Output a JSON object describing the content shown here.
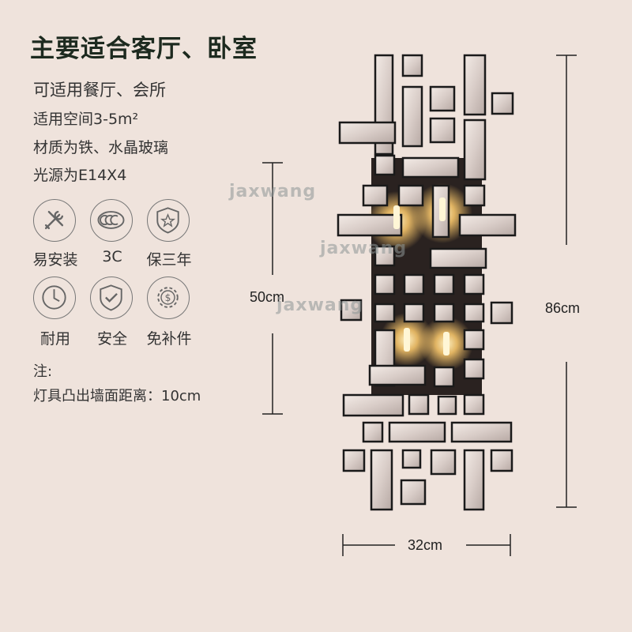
{
  "title": "主要适合客厅、卧室",
  "specs": {
    "usage": "可适用餐厅、会所",
    "space": "适用空间3-5m²",
    "material": "材质为铁、水晶玻璃",
    "light": "光源为E14X4"
  },
  "features": [
    {
      "label": "易安装",
      "icon": "tools-icon"
    },
    {
      "label": "3C",
      "icon": "ccc-certification-icon"
    },
    {
      "label": "保三年",
      "icon": "shield-star-icon"
    },
    {
      "label": "耐用",
      "icon": "clock-icon"
    },
    {
      "label": "安全",
      "icon": "shield-check-icon"
    },
    {
      "label": "免补件",
      "icon": "gear-dollar-icon"
    }
  ],
  "note": {
    "heading": "注:",
    "projection": "灯具凸出墙面距离：10cm"
  },
  "dimensions": {
    "body_height": "50cm",
    "total_height": "86cm",
    "width": "32cm"
  },
  "watermark": "jaxwang",
  "colors": {
    "background": "#efe3dc",
    "frame": "#1a1a1a",
    "glow": "#f5c46a"
  }
}
